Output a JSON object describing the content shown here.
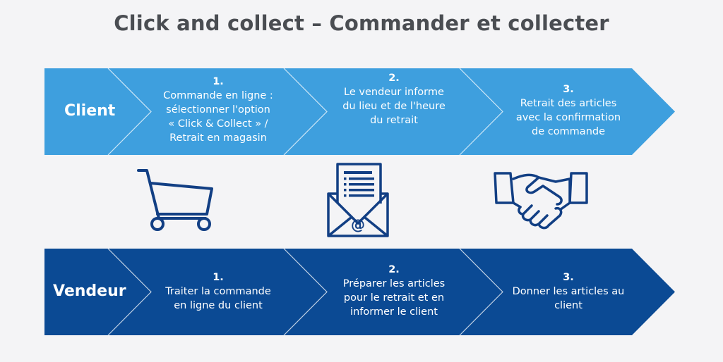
{
  "title": "Click and collect – Commander et collecter",
  "colors": {
    "client": "#3e9fde",
    "vendeur": "#0b4a94",
    "icon": "#123f84"
  },
  "client": {
    "label": "Client",
    "steps": [
      {
        "num": "1.",
        "lines": [
          "Commande en ligne :",
          "sélectionner l'option",
          "« Click & Collect » /",
          "Retrait en magasin"
        ]
      },
      {
        "num": "2.",
        "lines": [
          "Le vendeur informe",
          "du lieu et de l'heure",
          "du retrait"
        ]
      },
      {
        "num": "3.",
        "lines": [
          "Retrait des articles",
          "avec la confirmation",
          "de commande"
        ]
      }
    ]
  },
  "icons": [
    "shopping-cart-icon",
    "email-letter-icon",
    "handshake-icon"
  ],
  "vendeur": {
    "label": "Vendeur",
    "steps": [
      {
        "num": "1.",
        "lines": [
          "Traiter la commande",
          "en ligne du client"
        ]
      },
      {
        "num": "2.",
        "lines": [
          "Préparer les articles",
          "pour le retrait et en",
          "informer le client"
        ]
      },
      {
        "num": "3.",
        "lines": [
          "Donner les articles au",
          "client"
        ]
      }
    ]
  }
}
